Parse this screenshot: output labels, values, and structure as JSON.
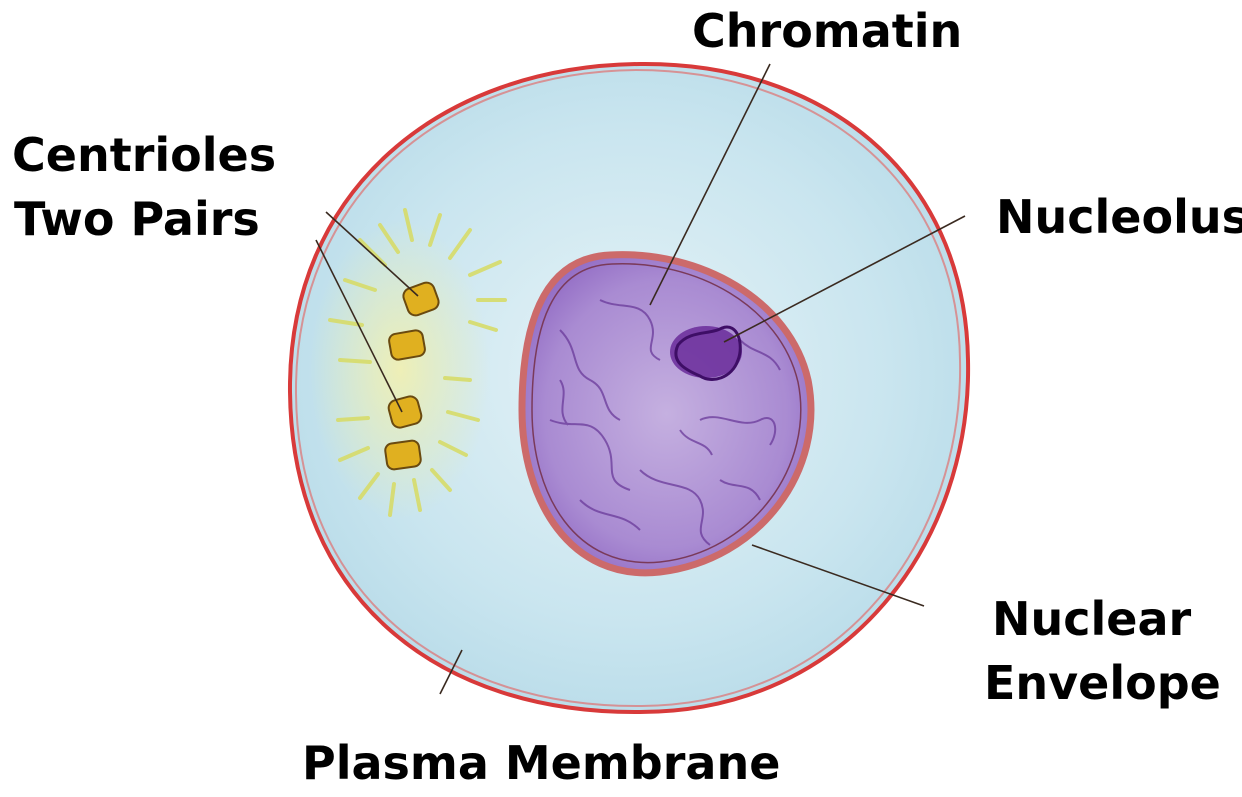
{
  "diagram": {
    "labels": {
      "chromatin": "Chromatin",
      "centrioles_line1": "Centrioles",
      "centrioles_line2": "Two Pairs",
      "nucleolus": "Nucleolus",
      "nuclear_line1": "Nuclear",
      "nuclear_line2": "Envelope",
      "plasma_membrane": "Plasma Membrane"
    },
    "colors": {
      "cytoplasm": "#c4e3ee",
      "plasma_membrane": "#d83a3a",
      "nucleus": "#a884cf",
      "nuclear_envelope": "#cc6a6a",
      "nucleolus": "#5c1f8a",
      "centriole": "#e0b020",
      "aster": "#d8e27a",
      "leader_line": "#3a2a20"
    }
  }
}
